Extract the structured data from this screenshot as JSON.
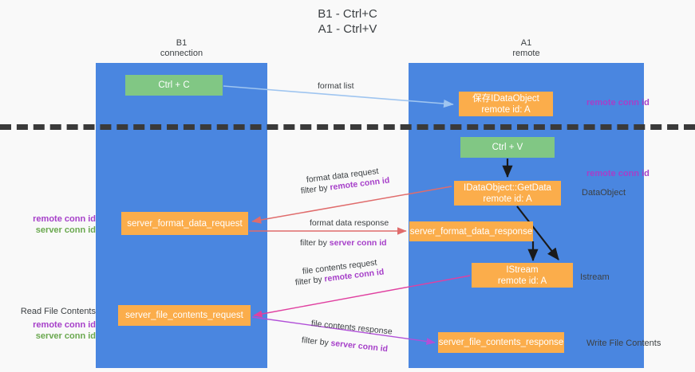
{
  "title": {
    "line1": "B1 - Ctrl+C",
    "line2": "A1 - Ctrl+V"
  },
  "columns": [
    {
      "name": "B1",
      "sub": "connection",
      "color": "#4a86e0"
    },
    {
      "name": "A1",
      "sub": "remote",
      "color": "#4a86e0"
    }
  ],
  "nodes": {
    "ctrl_c": {
      "line1": "Ctrl + C",
      "line2": "",
      "color": "#81c784"
    },
    "idataobject": {
      "line1": "保存IDataObject",
      "line2": "remote id: A",
      "color": "#fbad4b"
    },
    "ctrl_v": {
      "line1": "Ctrl + V",
      "line2": "",
      "color": "#81c784"
    },
    "getdata": {
      "line1": "IDataObject::GetData",
      "line2": "remote id: A",
      "color": "#fbad4b"
    },
    "format_data_request": {
      "line1": "server_format_data_request",
      "line2": "",
      "color": "#fbad4b"
    },
    "format_data_response": {
      "line1": "server_format_data_response",
      "line2": "",
      "color": "#fbad4b"
    },
    "istream": {
      "line1": "IStream",
      "line2": "remote id: A",
      "color": "#fbad4b"
    },
    "file_contents_request": {
      "line1": "server_file_contents_request",
      "line2": "",
      "color": "#fbad4b"
    },
    "file_contents_response": {
      "line1": "server_file_contents_response",
      "line2": "",
      "color": "#fbad4b"
    }
  },
  "edge_labels": {
    "format_list": "format list",
    "format_data_request": "format data request",
    "format_data_request_filter_prefix": "filter by ",
    "format_data_request_filter_key": "remote conn id",
    "format_data_response": "format data response",
    "format_data_response_filter_prefix": "filter by ",
    "format_data_response_filter_key": "server conn id",
    "file_contents_request": "file contents request",
    "file_contents_request_filter_prefix": "filter by ",
    "file_contents_request_filter_key": "remote conn id",
    "file_contents_response": "file contents response",
    "file_contents_response_filter_prefix": "filter by ",
    "file_contents_response_filter_key": "server conn id"
  },
  "annotations": {
    "remote_conn_id_top": "remote conn id",
    "remote_conn_id_mid": "remote conn id",
    "dataobject": "DataObject",
    "istream": "Istream",
    "write_file_contents": "Write File Contents",
    "read_file_contents": "Read File Contents",
    "left_remote_conn_id_1": "remote conn id",
    "left_server_conn_id_1": "server conn id",
    "left_remote_conn_id_2": "remote conn id",
    "left_server_conn_id_2": "server conn id"
  },
  "colors": {
    "lane": "#4a86e0",
    "green_node": "#81c784",
    "orange_node": "#fbad4b",
    "purple_text": "#a63fc9",
    "green_text": "#6aa84f",
    "arrow_blue": "#9fc5f0",
    "arrow_red": "#e06c6c",
    "arrow_magenta": "#e040a0",
    "arrow_purple": "#a63fc9",
    "arrow_black": "#1a1a1a",
    "background": "#f9f9f9",
    "dash_divider": "#3a3a3a"
  }
}
